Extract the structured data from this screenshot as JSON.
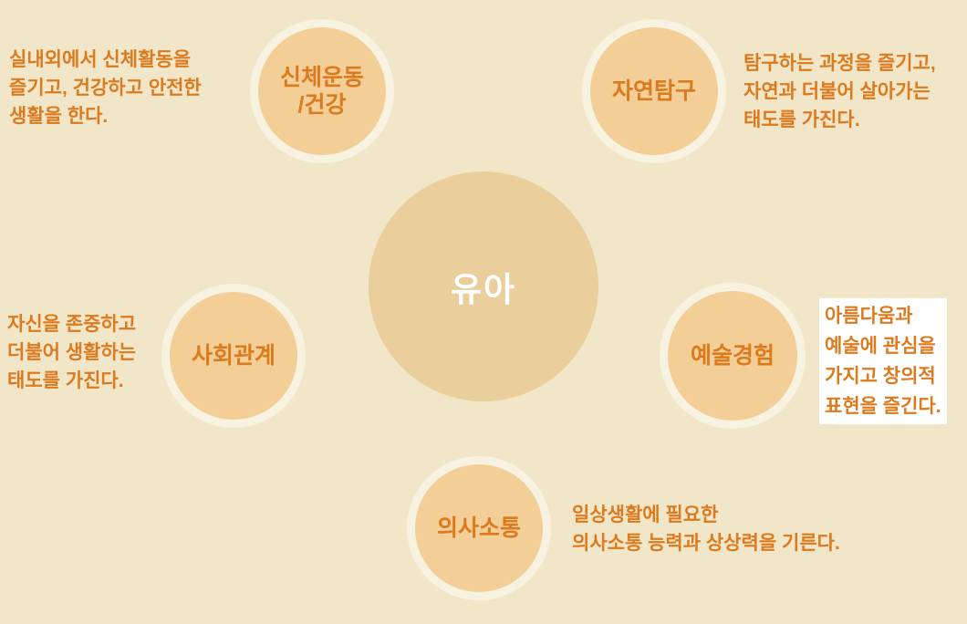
{
  "diagram": {
    "center": {
      "label": "유아"
    },
    "areas": [
      {
        "id": "physical-health",
        "circle_label": "신체운동\n/건강",
        "description": "실내외에서 신체활동을\n즐기고, 건강하고 안전한\n생활을 한다.",
        "highlighted": false
      },
      {
        "id": "nature-exploration",
        "circle_label": "자연탐구",
        "description": "탐구하는 과정을 즐기고,\n자연과 더불어 살아가는\n태도를 가진다.",
        "highlighted": false
      },
      {
        "id": "social-relations",
        "circle_label": "사회관계",
        "description": "자신을 존중하고\n더불어 생활하는\n태도를 가진다.",
        "highlighted": false
      },
      {
        "id": "art-experience",
        "circle_label": "예술경험",
        "description": "아름다움과\n예술에 관심을\n가지고 창의적\n표현을 즐긴다.",
        "highlighted": true
      },
      {
        "id": "communication",
        "circle_label": "의사소통",
        "description": "일상생활에 필요한\n의사소통 능력과 상상력을 기른다.",
        "highlighted": false
      }
    ],
    "colors": {
      "background": "#F2E6C9",
      "node_ring": "#F8F2E1",
      "node_fill": "#F3CE97",
      "center_fill": "#EACE9C",
      "accent_text": "#DC7A1E",
      "center_text": "#FFFFFF",
      "highlight_background": "#FFFFFF"
    }
  }
}
